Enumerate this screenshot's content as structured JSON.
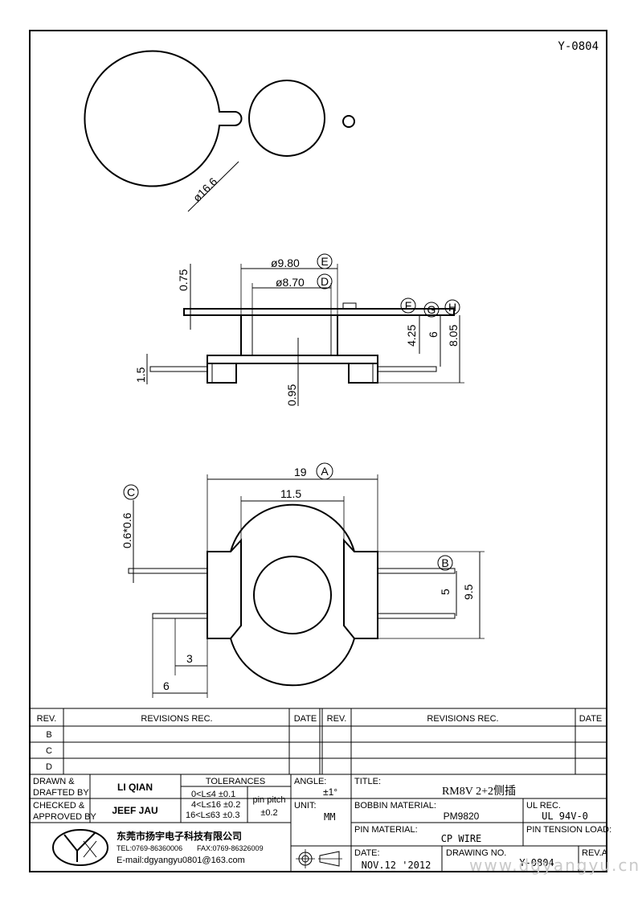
{
  "drawing_id": "Y-0804",
  "dimensions": {
    "diameter_outer": "ø16.6",
    "top_thickness": "0.75",
    "dia_E": "ø9.80",
    "dia_D": "ø8.70",
    "label_E": "E",
    "label_D": "D",
    "label_F": "F",
    "label_G": "G",
    "label_H": "H",
    "pin_thickness": "1.5",
    "base_thickness": "0.95",
    "h_425": "4.25",
    "h_6": "6",
    "h_805": "8.05",
    "width_19": "19",
    "label_A": "A",
    "width_115": "11.5",
    "pin_size": "0.6*0.6",
    "label_C": "C",
    "label_B": "B",
    "pitch_5": "5",
    "height_95": "9.5",
    "offset_3": "3",
    "offset_6": "6"
  },
  "revisions": {
    "header_rev": "REV.",
    "header_rec": "REVISIONS  REC.",
    "header_date": "DATE",
    "rows": [
      "B",
      "C",
      "D"
    ]
  },
  "titleblock": {
    "drawn_label_1": "DRAWN &",
    "drawn_label_2": "DRAFTED BY",
    "drawn_by": "LI QIAN",
    "checked_label_1": "CHECKED &",
    "checked_label_2": "APPROVED BY",
    "checked_by": "JEEF JAU",
    "tol_title": "TOLERANCES",
    "tol_1": "0<L≤4   ±0.1",
    "tol_2": "4<L≤16  ±0.2",
    "tol_3": "16<L≤63 ±0.3",
    "pin_pitch_label": "pin pitch",
    "pin_pitch_value": "±0.2",
    "angle_label": "ANGLE:",
    "angle_value": "±1°",
    "unit_label": "UNIT:",
    "unit_value": "MM",
    "title_label": "TITLE:",
    "title_value": "RM8V 2+2侧插",
    "bobbin_label": "BOBBIN MATERIAL:",
    "bobbin_value": "PM9820",
    "ul_label": "UL REC.",
    "ul_value": "UL 94V-0",
    "pin_material_label": "PIN MATERIAL:",
    "pin_material_value": "CP WIRE",
    "pin_tension_label": "PIN TENSION LOAD:",
    "date_label": "DATE:",
    "date_value": "NOV.12 '2012",
    "drawing_no_label": "DRAWING NO.",
    "drawing_no_value": "Y-0804",
    "rev_label": "REV.A",
    "company": "东莞市扬宇电子科技有限公司",
    "tel": "TEL:0769-86360006",
    "fax": "FAX:0769-86326009",
    "email": "E-mail:dgyangyu0801@163.com",
    "watermark": "www.dgyangyu.cn"
  }
}
